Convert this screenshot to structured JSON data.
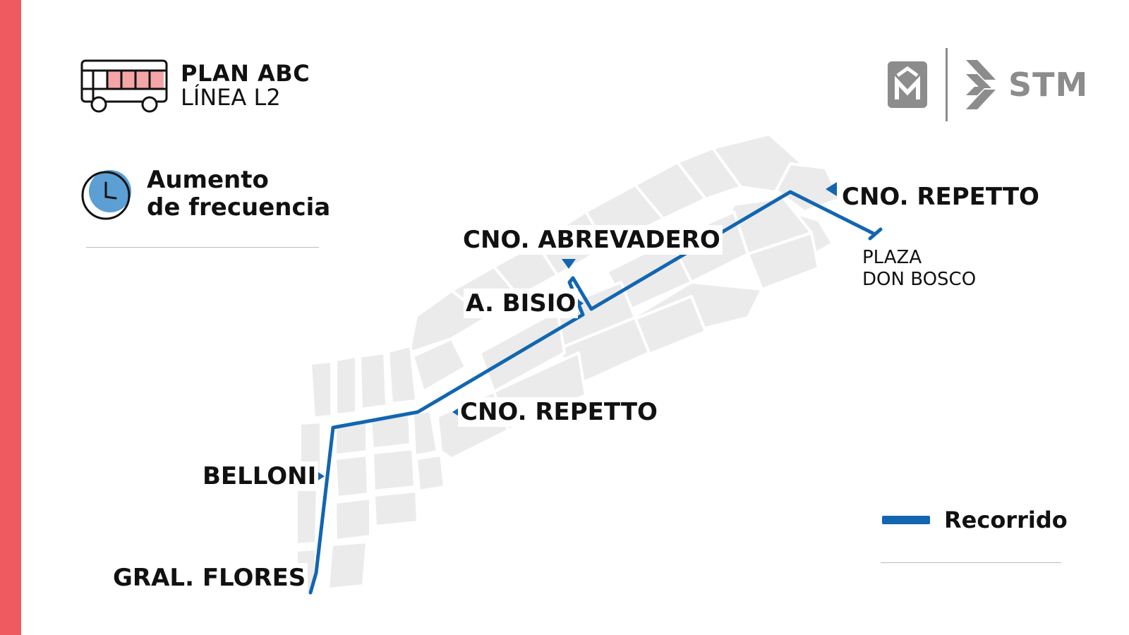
{
  "header": {
    "plan_title": "PLAN ABC",
    "line_name": "LÍNEA L2",
    "bus_icon": "bus-icon"
  },
  "info": {
    "frequency_line1": "Aumento",
    "frequency_line2": "de frecuencia",
    "clock_icon": "clock-icon"
  },
  "logos": {
    "stm_text": "STM",
    "logo_color": "#8c8c8c"
  },
  "stops": {
    "repetto_east": "CNO. REPETTO",
    "plaza_line1": "PLAZA",
    "plaza_line2": "DON BOSCO",
    "abrevadero": "CNO. ABREVADERO",
    "bisio": "A. BISIO",
    "repetto_west": "CNO. REPETTO",
    "belloni": "BELLONI",
    "flores": "GRAL. FLORES"
  },
  "legend": {
    "route_label": "Recorrido"
  },
  "colors": {
    "accent_bar": "#ee5a5f",
    "route": "#1266b0",
    "map_blocks": "#ebebeb",
    "bus_highlight": "#f4a5a8",
    "clock_fill": "#5b9fd4"
  }
}
